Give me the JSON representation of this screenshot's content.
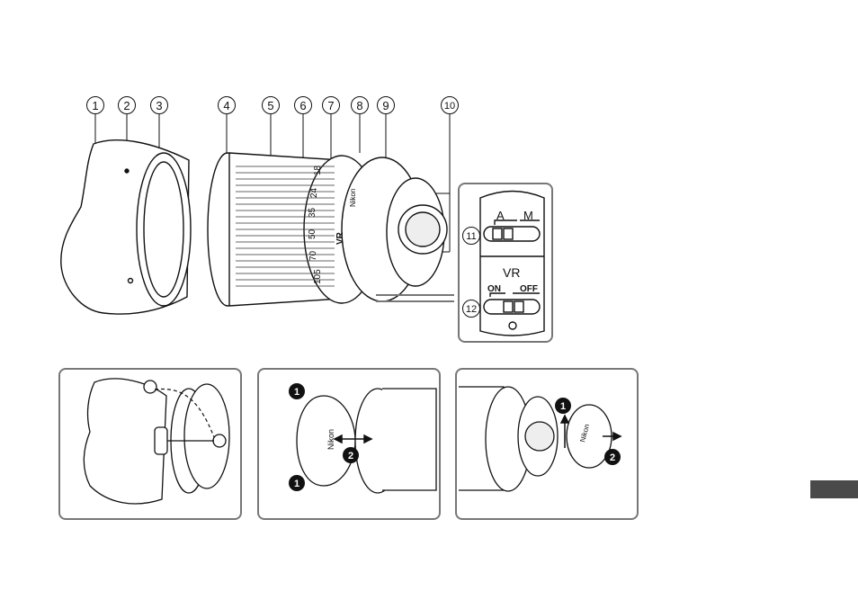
{
  "callouts": [
    "1",
    "2",
    "3",
    "4",
    "5",
    "6",
    "7",
    "8",
    "9",
    "10",
    "11",
    "12"
  ],
  "lens_barrel": {
    "focal_marks": [
      "18",
      "24",
      "35",
      "50",
      "70",
      "105"
    ],
    "brand": "Nikon",
    "vr_badge": "VR"
  },
  "switch_panel": {
    "af_left": "A",
    "af_right": "M",
    "vr_title": "VR",
    "vr_on": "ON",
    "vr_off": "OFF"
  },
  "step_badges": {
    "one": "1",
    "two": "2"
  },
  "front_cap_brand": "Nikon",
  "rear_cap_brand": "Nikon",
  "colors": {
    "line": "#111111",
    "panel_border": "#777777",
    "tab": "#4a4a4a"
  }
}
